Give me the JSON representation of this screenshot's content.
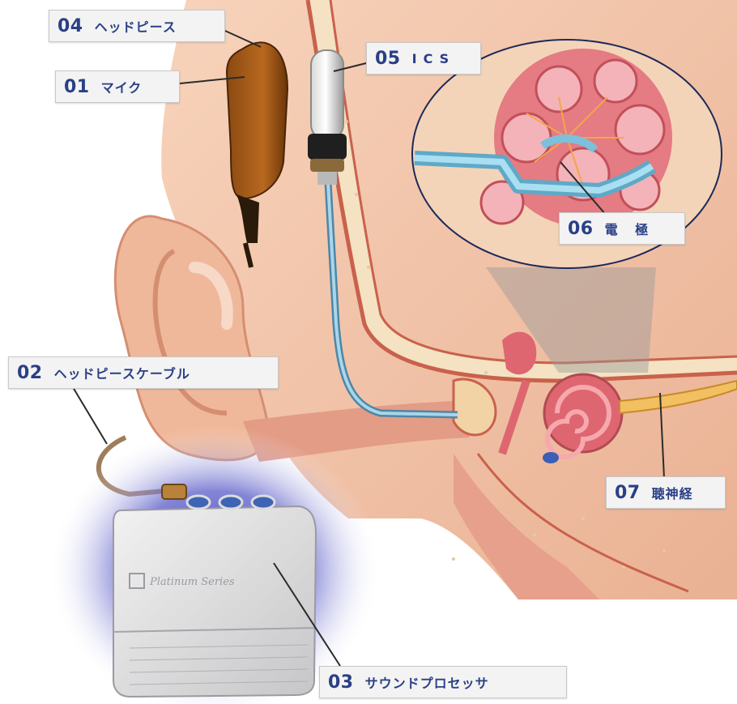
{
  "labels": {
    "l01": {
      "num": "01",
      "text": "マイク"
    },
    "l02": {
      "num": "02",
      "text": "ヘッドピースケーブル"
    },
    "l03": {
      "num": "03",
      "text": "サウンドプロセッサ"
    },
    "l04": {
      "num": "04",
      "text": "ヘッドピース"
    },
    "l05": {
      "num": "05",
      "text": "ICS"
    },
    "l06": {
      "num": "06",
      "text": "電 極"
    },
    "l07": {
      "num": "07",
      "text": "聴神経"
    }
  },
  "processor": {
    "brand": "Platinum Series"
  },
  "colors": {
    "label_text": "#2a3f86",
    "skin": "#f2c2a3",
    "skin_dark": "#c9614c",
    "bone": "#f4e2c2",
    "cochlea": "#d9646b",
    "electrode": "#8ec9e0",
    "halo": "#5a5cc4"
  }
}
